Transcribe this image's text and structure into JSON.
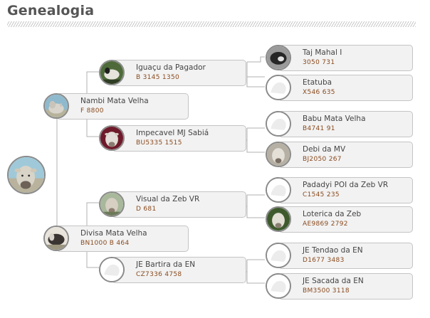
{
  "title": "Genealogia",
  "colors": {
    "title": "#555555",
    "card_bg": "#f2f2f2",
    "card_border": "#c4c4c4",
    "registration": "#8a4a1e",
    "connector": "#b0b0b0"
  },
  "subject": {
    "icon": "cattle-photo-icon"
  },
  "pedigree": {
    "sire": {
      "name": "Nambi Mata Velha",
      "registration": "F 8800",
      "icon": "cattle-photo-icon"
    },
    "dam": {
      "name": "Divisa Mata Velha",
      "registration": "BN1000 B 464",
      "icon": "cattle-photo-icon"
    },
    "sire_sire": {
      "name": "Iguaçu da Pagador",
      "registration": "B 3145 1350",
      "icon": "cattle-photo-icon"
    },
    "sire_dam": {
      "name": "Impecavel MJ Sabiá",
      "registration": "BU5335 1515",
      "icon": "cattle-photo-icon"
    },
    "dam_sire": {
      "name": "Visual da Zeb VR",
      "registration": "D 681",
      "icon": "cattle-photo-icon"
    },
    "dam_dam": {
      "name": "JE Bartira da EN",
      "registration": "CZ7336 4758",
      "icon": "placeholder-silhouette-icon"
    },
    "sss": {
      "name": "Taj Mahal I",
      "registration": "3050 731",
      "icon": "cattle-photo-icon"
    },
    "ssd": {
      "name": "Etatuba",
      "registration": "X546 635",
      "icon": "placeholder-silhouette-icon"
    },
    "sds": {
      "name": "Babu Mata Velha",
      "registration": "B4741 91",
      "icon": "placeholder-silhouette-icon"
    },
    "sdd": {
      "name": "Debi da MV",
      "registration": "BJ2050 267",
      "icon": "cattle-photo-icon"
    },
    "dss": {
      "name": "Padadyi POI da Zeb VR",
      "registration": "C1545 235",
      "icon": "placeholder-silhouette-icon"
    },
    "dsd": {
      "name": "Loterica da Zeb",
      "registration": "AE9869 2792",
      "icon": "cattle-photo-icon"
    },
    "dds": {
      "name": "JE Tendao da EN",
      "registration": "D1677 3483",
      "icon": "placeholder-silhouette-icon"
    },
    "ddd": {
      "name": "JE Sacada da EN",
      "registration": "BM3500 3118",
      "icon": "placeholder-silhouette-icon"
    }
  }
}
